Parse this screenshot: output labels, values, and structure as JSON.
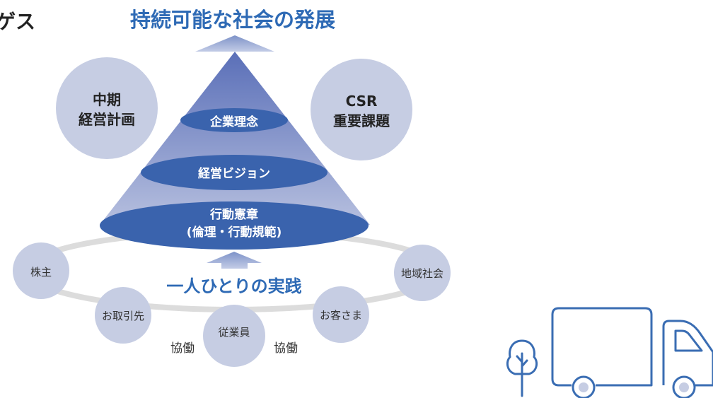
{
  "heading_fragment": "ゲス",
  "goal": "持続可能な社会の発展",
  "side_circles": {
    "left": [
      "中期",
      "経営計画"
    ],
    "right": [
      "CSR",
      "重要課題"
    ]
  },
  "pyramid_layers": {
    "top": "企業理念",
    "middle": "経営ビジョン",
    "bottom": [
      "行動憲章",
      "(倫理・行動規範)"
    ]
  },
  "practice": "一人ひとりの実践",
  "stakeholders": {
    "shareholders": "株主",
    "partners": "お取引先",
    "employees": "従業員",
    "customers": "お客さま",
    "community": "地域社会"
  },
  "cooperation_left": "協働",
  "cooperation_right": "協働",
  "colors": {
    "accent": "#2e6ab5",
    "ellipse": "#3a63ad",
    "circle": "#c6cde3",
    "ring": "#dcdcdc",
    "icon_stroke": "#3a6db3"
  }
}
